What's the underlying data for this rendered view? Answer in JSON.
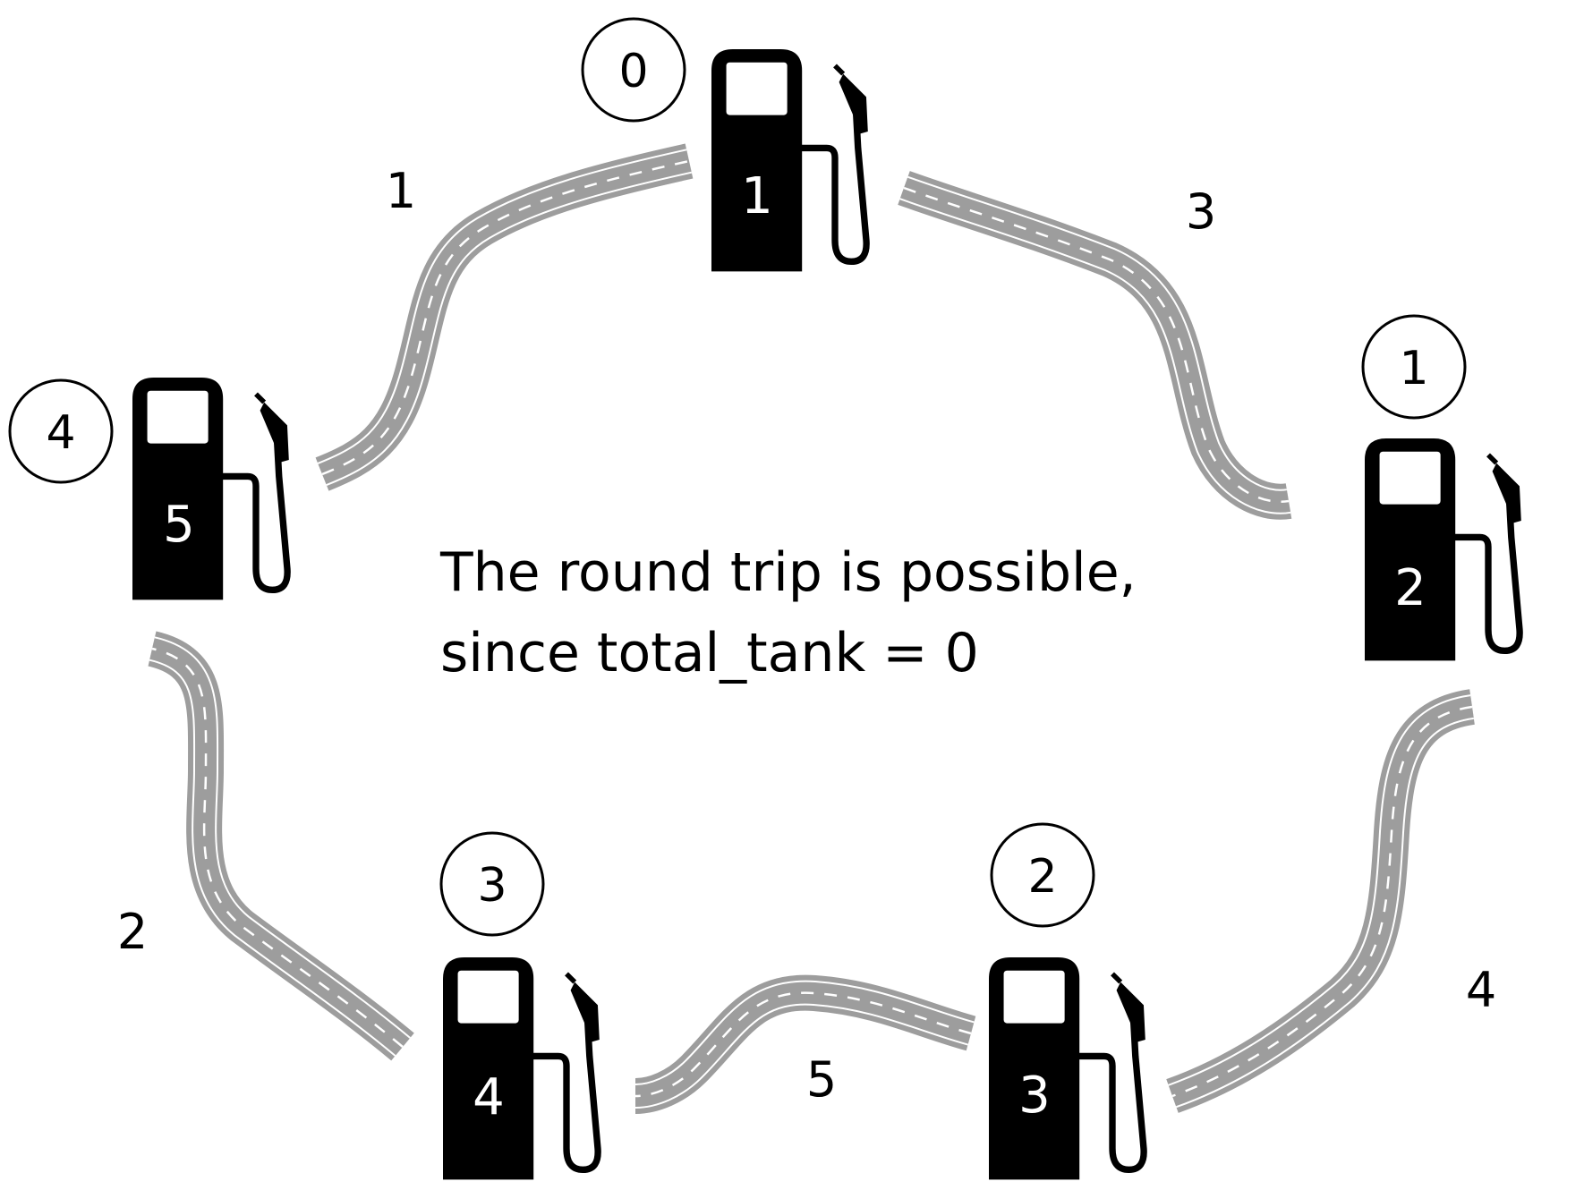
{
  "caption": {
    "line1": "The round trip is possible,",
    "line2": "since total_tank = 0"
  },
  "stations": [
    {
      "index": "0",
      "gas": "1"
    },
    {
      "index": "1",
      "gas": "2"
    },
    {
      "index": "2",
      "gas": "3"
    },
    {
      "index": "3",
      "gas": "4"
    },
    {
      "index": "4",
      "gas": "5"
    }
  ],
  "roads": [
    {
      "from": "0",
      "to": "1",
      "cost": "3"
    },
    {
      "from": "1",
      "to": "2",
      "cost": "4"
    },
    {
      "from": "2",
      "to": "3",
      "cost": "5"
    },
    {
      "from": "3",
      "to": "4",
      "cost": "2"
    },
    {
      "from": "4",
      "to": "0",
      "cost": "1"
    }
  ],
  "colors": {
    "road": "#9d9d9d",
    "road_marking": "#ffffff",
    "pump": "#000000"
  },
  "icons": {
    "station": "gas-pump-icon",
    "road": "road-icon"
  }
}
